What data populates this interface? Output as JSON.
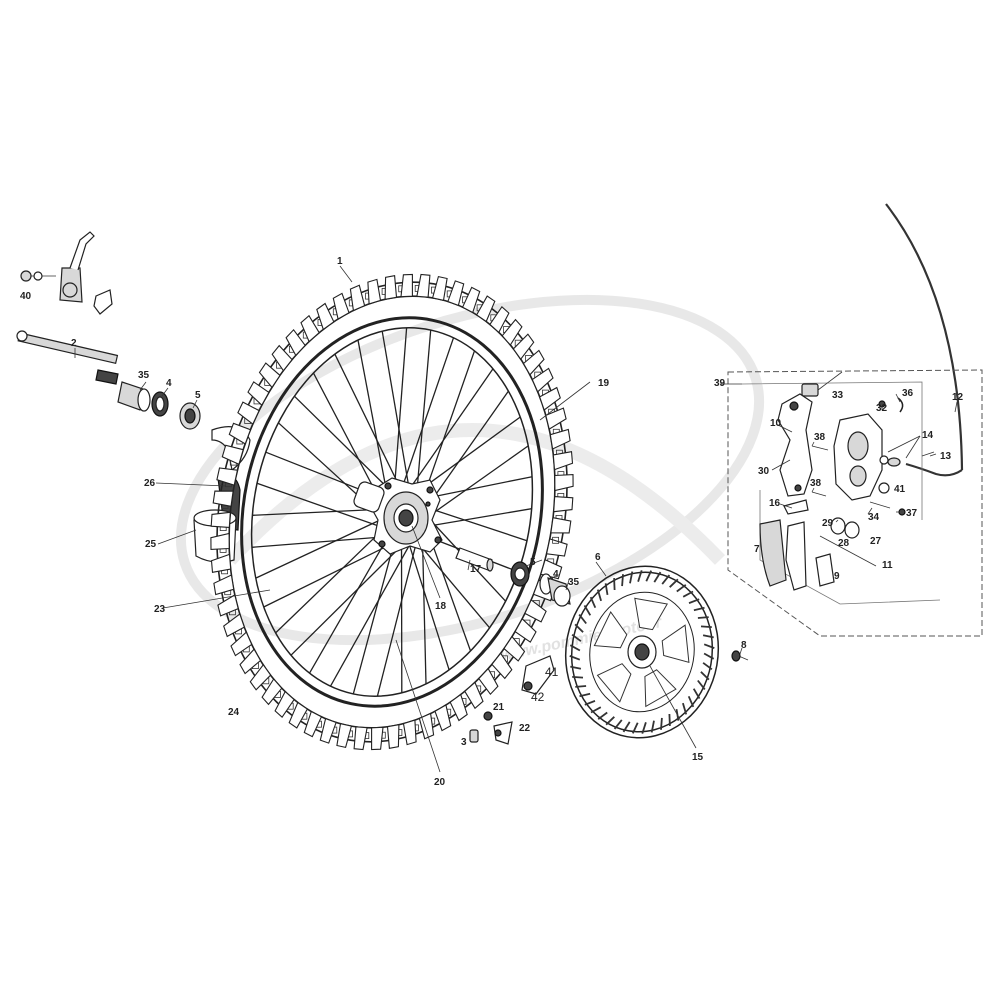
{
  "watermark": "www.pommiermoto.fr",
  "callouts": [
    {
      "id": "c1",
      "text": "1"
    },
    {
      "id": "c2",
      "text": "2"
    },
    {
      "id": "c3",
      "text": "3"
    },
    {
      "id": "c4a",
      "text": "4"
    },
    {
      "id": "c4b",
      "text": "4"
    },
    {
      "id": "c5a",
      "text": "5"
    },
    {
      "id": "c5b",
      "text": "5"
    },
    {
      "id": "c6",
      "text": "6"
    },
    {
      "id": "c7",
      "text": "7"
    },
    {
      "id": "c8",
      "text": "8"
    },
    {
      "id": "c9",
      "text": "9"
    },
    {
      "id": "c10",
      "text": "10"
    },
    {
      "id": "c11",
      "text": "11"
    },
    {
      "id": "c12",
      "text": "12"
    },
    {
      "id": "c13",
      "text": "13"
    },
    {
      "id": "c14",
      "text": "14"
    },
    {
      "id": "c15",
      "text": "15"
    },
    {
      "id": "c16",
      "text": "16"
    },
    {
      "id": "c17",
      "text": "17"
    },
    {
      "id": "c18",
      "text": "18"
    },
    {
      "id": "c19",
      "text": "19"
    },
    {
      "id": "c20",
      "text": "20"
    },
    {
      "id": "c21",
      "text": "21"
    },
    {
      "id": "c22",
      "text": "22"
    },
    {
      "id": "c23",
      "text": "23"
    },
    {
      "id": "c24",
      "text": "24"
    },
    {
      "id": "c25",
      "text": "25"
    },
    {
      "id": "c26",
      "text": "26"
    },
    {
      "id": "c27",
      "text": "27"
    },
    {
      "id": "c28",
      "text": "28"
    },
    {
      "id": "c29",
      "text": "29"
    },
    {
      "id": "c30",
      "text": "30"
    },
    {
      "id": "c32",
      "text": "32"
    },
    {
      "id": "c33",
      "text": "33"
    },
    {
      "id": "c34",
      "text": "34"
    },
    {
      "id": "c35a",
      "text": "35"
    },
    {
      "id": "c35b",
      "text": "35"
    },
    {
      "id": "c36",
      "text": "36"
    },
    {
      "id": "c37",
      "text": "37"
    },
    {
      "id": "c38a",
      "text": "38"
    },
    {
      "id": "c38b",
      "text": "38"
    },
    {
      "id": "c39",
      "text": "39"
    },
    {
      "id": "c40",
      "text": "40"
    },
    {
      "id": "c41a",
      "text": "41"
    },
    {
      "id": "c41b",
      "text": "41"
    },
    {
      "id": "c42",
      "text": "42"
    }
  ]
}
